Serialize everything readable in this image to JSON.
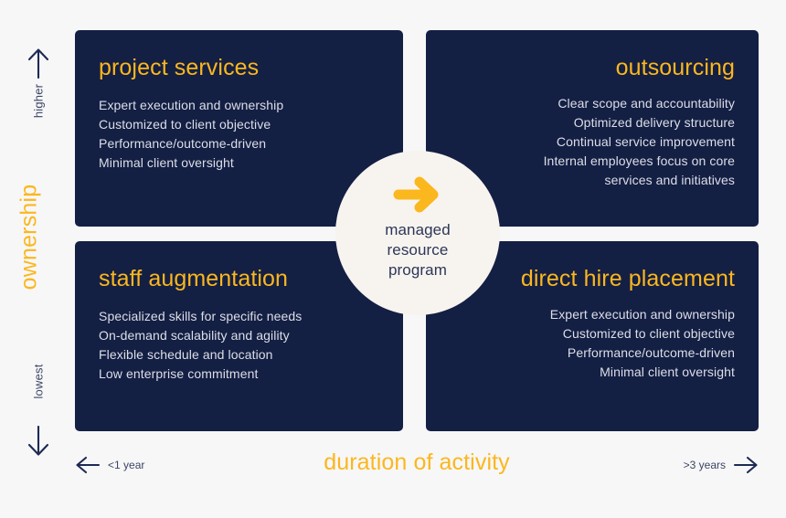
{
  "colors": {
    "background": "#f7f7f8",
    "card": "#141f44",
    "accent": "#fbb71e",
    "hub": "#f7f4ef",
    "body_text": "#dcdfe6",
    "axis_text": "#3c4663",
    "arrow": "#1d2a52"
  },
  "y_axis": {
    "title": "ownership",
    "high_label": "higher",
    "low_label": "lowest",
    "up_arrow_icon": "arrow-up-icon",
    "down_arrow_icon": "arrow-down-icon"
  },
  "x_axis": {
    "title": "duration of activity",
    "left_label": "<1 year",
    "right_label": ">3 years",
    "left_arrow_icon": "arrow-left-icon",
    "right_arrow_icon": "arrow-right-icon"
  },
  "hub": {
    "icon": "arrow-right-icon",
    "line1": "managed",
    "line2": "resource",
    "line3": "program"
  },
  "quadrants": [
    {
      "key": "project-services",
      "title": "project services",
      "align": "left",
      "items": [
        "Expert execution and ownership",
        "Customized to client objective",
        "Performance/outcome-driven",
        "Minimal client oversight"
      ]
    },
    {
      "key": "outsourcing",
      "title": "outsourcing",
      "align": "right",
      "items": [
        "Clear scope and accountability",
        "Optimized delivery structure",
        "Continual service improvement",
        "Internal employees focus on core",
        "services and initiatives"
      ]
    },
    {
      "key": "staff-augmentation",
      "title": "staff augmentation",
      "align": "left",
      "items": [
        "Specialized skills for specific needs",
        "On-demand scalability and agility",
        "Flexible schedule and location",
        "Low enterprise commitment"
      ]
    },
    {
      "key": "direct-hire-placement",
      "title": "direct hire placement",
      "align": "right",
      "items": [
        "Expert execution and ownership",
        "Customized to client objective",
        "Performance/outcome-driven",
        "Minimal client oversight"
      ]
    }
  ]
}
